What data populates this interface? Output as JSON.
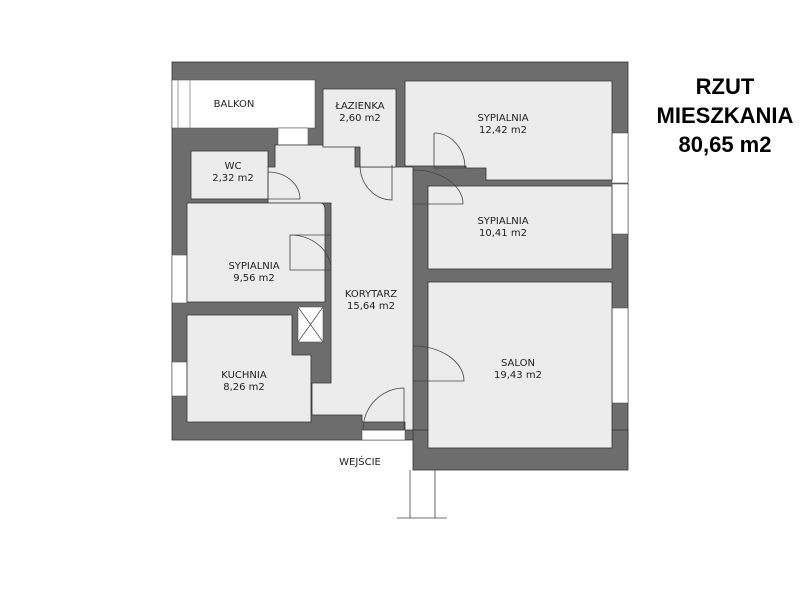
{
  "title": {
    "line1": "RZUT",
    "line2": "MIESZKANIA",
    "line3": "80,65 m2"
  },
  "rooms": {
    "balkon": {
      "name": "BALKON"
    },
    "lazienka": {
      "name": "ŁAZIENKA",
      "area": "2,60 m2"
    },
    "sypialnia1": {
      "name": "SYPIALNIA",
      "area": "12,42 m2"
    },
    "wc": {
      "name": "WC",
      "area": "2,32 m2"
    },
    "sypialnia2": {
      "name": "SYPIALNIA",
      "area": "10,41 m2"
    },
    "sypialnia3": {
      "name": "SYPIALNIA",
      "area": "9,56 m2"
    },
    "korytarz": {
      "name": "KORYTARZ",
      "area": "15,64 m2"
    },
    "kuchnia": {
      "name": "KUCHNIA",
      "area": "8,26 m2"
    },
    "salon": {
      "name": "SALON",
      "area": "19,43 m2"
    }
  },
  "entrance": {
    "label": "WEJŚCIE"
  },
  "colors": {
    "wall": "#6d6d6d",
    "room": "#ececec"
  }
}
